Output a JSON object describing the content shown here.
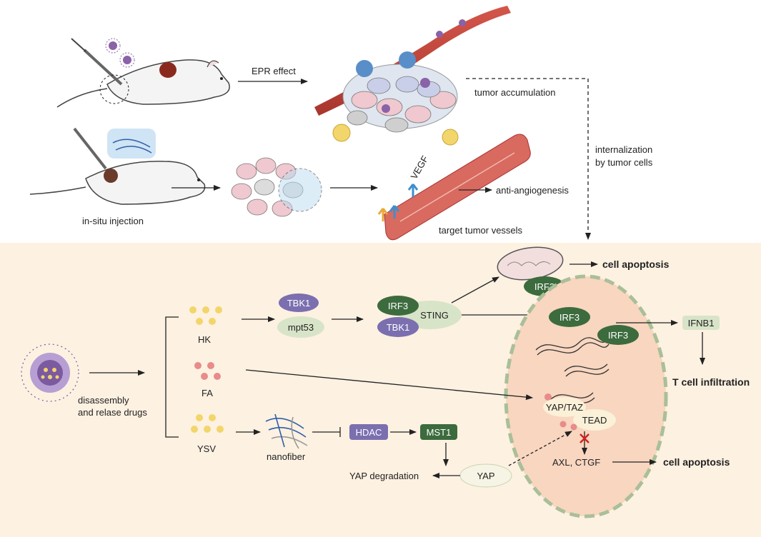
{
  "labels": {
    "epr_effect": "EPR effect",
    "tumor_accumulation": "tumor accumulation",
    "internalization_line1": "internalization",
    "internalization_line2": "by tumor cells",
    "in_situ_injection": "in-situ injection",
    "vegf": "VEGF",
    "anti_angiogenesis": "anti-angiogenesis",
    "target_tumor_vessels": "target tumor vessels",
    "cell_apoptosis_top": "cell apoptosis",
    "cell_apoptosis_bottom": "cell apoptosis",
    "t_cell_infiltration": "T cell infiltration",
    "disassembly_line1": "disassembly",
    "disassembly_line2": "and relase drugs",
    "hk": "HK",
    "fa": "FA",
    "ysv": "YSV",
    "nanofiber": "nanofiber",
    "yap_degradation": "YAP degradation",
    "axl_ctgf": "AXL, CTGF"
  },
  "nodes": {
    "tbk1_a": "TBK1",
    "mpt53": "mpt53",
    "irf3_a": "IRF3",
    "tbk1_b": "TBK1",
    "sting": "STING",
    "irf3_mito": "IRF3",
    "irf3_nuc1": "IRF3",
    "irf3_nuc2": "IRF3",
    "ifnb1": "IFNB1",
    "yap_taz": "YAP/TAZ",
    "tead": "TEAD",
    "hdac": "HDAC",
    "mst1": "MST1",
    "yap": "YAP"
  },
  "colors": {
    "panel_bg": "#fdf1e1",
    "purple": "#7b6fb0",
    "dark_green": "#3c6b3e",
    "light_green": "#d8e4c8",
    "nucleus_fill": "#f8d6c0",
    "nucleus_border": "#a9bf98",
    "vessel": "#c0473d",
    "dot_yellow": "#f2d56b",
    "dot_pink": "#e88b8b",
    "inhibit_red": "#d62020"
  }
}
